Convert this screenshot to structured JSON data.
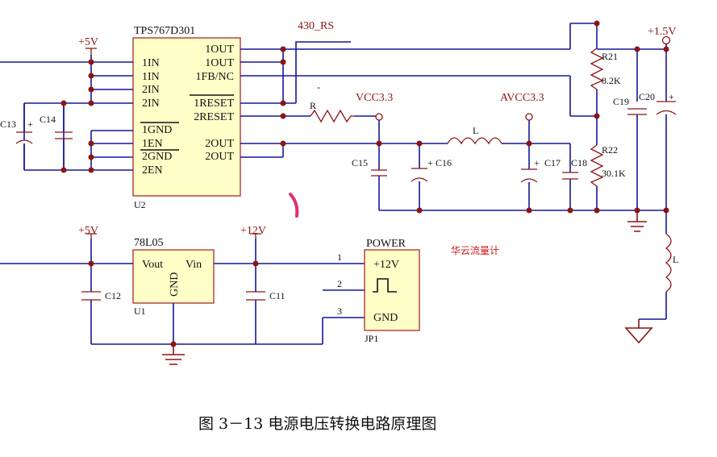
{
  "u2": {
    "part": "TPS767D301",
    "ref": "U2",
    "left_pins": [
      "1IN",
      "1IN",
      "2IN",
      "2IN",
      "1GND",
      "1EN",
      "2GND",
      "2EN"
    ],
    "right_pins": [
      "1OUT",
      "1OUT",
      "1FB/NC",
      "1RESET",
      "2RESET",
      "2OUT",
      "2OUT"
    ]
  },
  "u1": {
    "part": "78L05",
    "ref": "U1",
    "vout": "Vout",
    "vin": "Vin",
    "gnd": "GND"
  },
  "jp1": {
    "title": "POWER",
    "ref": "JP1",
    "pin_12v": "+12V",
    "pin_gnd": "GND",
    "pin_nums": [
      "1",
      "2",
      "3"
    ]
  },
  "nets": {
    "v5_top": "+5V",
    "v5_bottom": "+5V",
    "v12": "+12V",
    "v15": "+1.5V",
    "vcc33": "VCC3.3",
    "avcc33": "AVCC3.3",
    "rs": "430_RS",
    "dash": "-"
  },
  "parts": {
    "c13": "C13",
    "c14": "C14",
    "c15": "C15",
    "c16": "C16",
    "c17": "C17",
    "c18": "C18",
    "c19": "C19",
    "c20": "C20",
    "c12": "C12",
    "c11": "C11",
    "r": "R",
    "l1": "L",
    "l2": "L",
    "r21": "R21",
    "r21v": "8.2K",
    "r22": "R22",
    "r22v": "30.1K",
    "plus": "+"
  },
  "watermark": "华云流量计",
  "caption": "图 3－13  电源电压转换电路原理图",
  "colors": {
    "wire": "#17179a",
    "part": "#8b1414",
    "ic_fill": "#ffffc8",
    "mark": "#e0306a"
  }
}
